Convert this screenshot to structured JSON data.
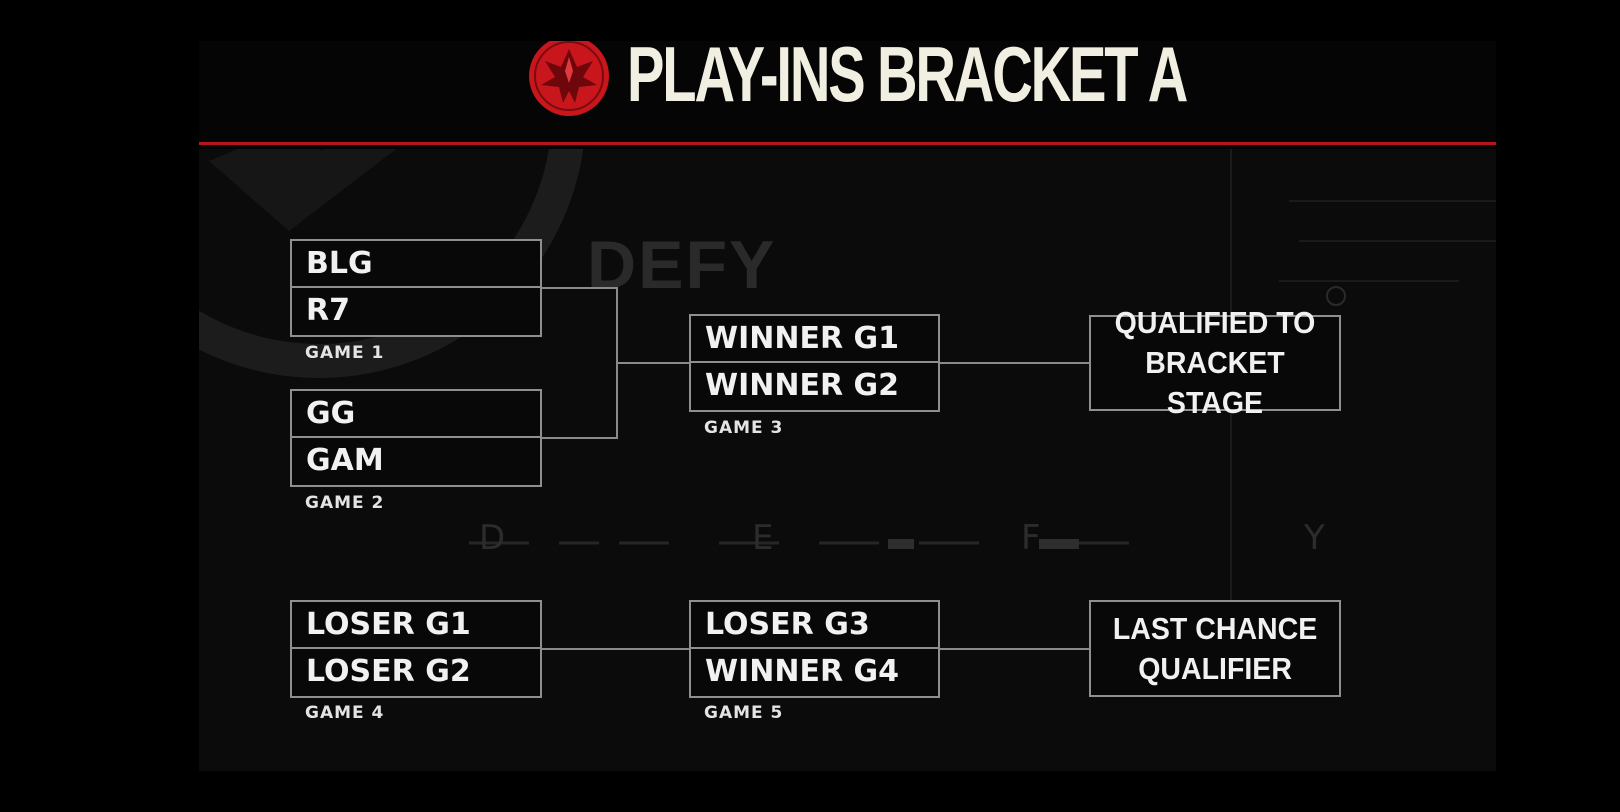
{
  "title": "PLAY-INS BRACKET A",
  "watermark": {
    "brand": "DEFY",
    "spaced_letters": [
      "D",
      "E",
      "F",
      "Y"
    ]
  },
  "colors": {
    "background": "#0b0b0b",
    "accent": "#b8151b",
    "text": "#f1f1f1",
    "box_border": "#8f8f8f"
  },
  "matches": [
    {
      "id": "game1",
      "top": "BLG",
      "bottom": "R7",
      "label": "GAME 1"
    },
    {
      "id": "game2",
      "top": "GG",
      "bottom": "GAM",
      "label": "GAME 2"
    },
    {
      "id": "game3",
      "top": "WINNER G1",
      "bottom": "WINNER G2",
      "label": "GAME 3"
    },
    {
      "id": "game4",
      "top": "LOSER G1",
      "bottom": "LOSER G2",
      "label": "GAME 4"
    },
    {
      "id": "game5",
      "top": "LOSER G3",
      "bottom": "WINNER G4",
      "label": "GAME 5"
    }
  ],
  "outcomes": [
    {
      "id": "qualified",
      "text": "QUALIFIED TO\nBRACKET STAGE"
    },
    {
      "id": "lcq",
      "text": "LAST CHANCE\nQUALIFIER"
    }
  ]
}
